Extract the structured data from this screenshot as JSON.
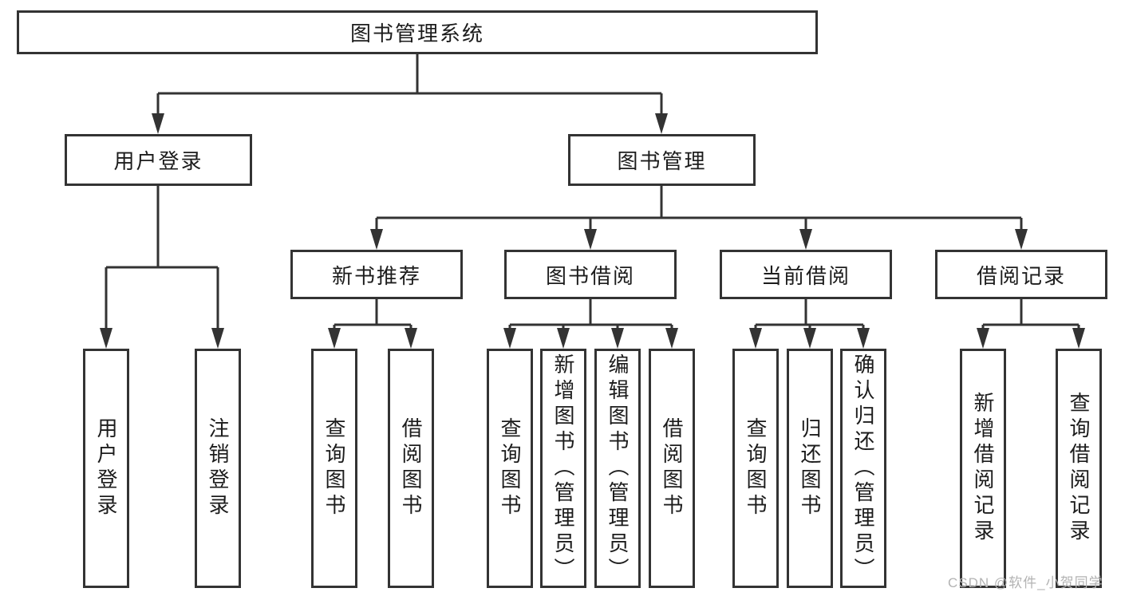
{
  "tree": {
    "label": "图书管理系统",
    "children": [
      {
        "label": "用户登录",
        "children": [
          {
            "label": "用户登录"
          },
          {
            "label": "注销登录"
          }
        ]
      },
      {
        "label": "图书管理",
        "children": [
          {
            "label": "新书推荐",
            "children": [
              {
                "label": "查询图书"
              },
              {
                "label": "借阅图书"
              }
            ]
          },
          {
            "label": "图书借阅",
            "children": [
              {
                "label": "查询图书"
              },
              {
                "label": "新增图书（管理员）"
              },
              {
                "label": "编辑图书（管理员）"
              },
              {
                "label": "借阅图书"
              }
            ]
          },
          {
            "label": "当前借阅",
            "children": [
              {
                "label": "查询图书"
              },
              {
                "label": "归还图书"
              },
              {
                "label": "确认归还（管理员）"
              }
            ]
          },
          {
            "label": "借阅记录",
            "children": [
              {
                "label": "新增借阅记录"
              },
              {
                "label": "查询借阅记录"
              }
            ]
          }
        ]
      }
    ]
  },
  "watermark": {
    "text": "CSDN @软件_小贺同学"
  },
  "colors": {
    "line": "#333333",
    "box_border": "#333333",
    "text": "#1c1c1c",
    "watermark": "#b3b3b3",
    "background": "#ffffff"
  }
}
